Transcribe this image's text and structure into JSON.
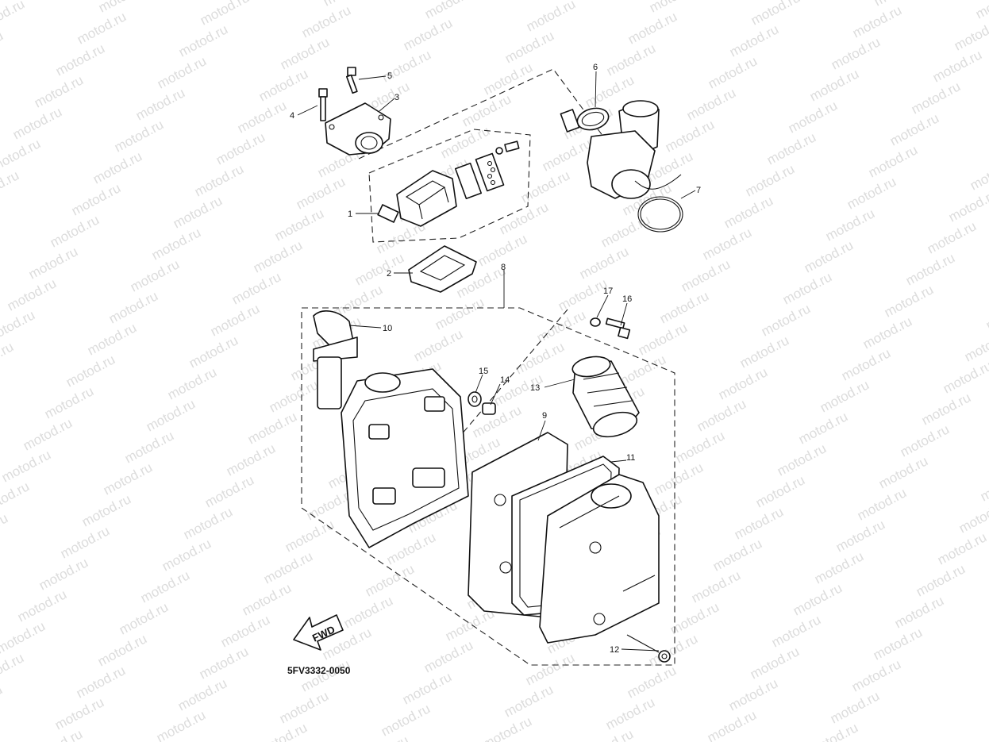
{
  "watermark": {
    "text": "motod.ru"
  },
  "diagram_code": "5FV3332-0050",
  "direction_label": "FWD",
  "callouts": [
    "1",
    "2",
    "3",
    "4",
    "5",
    "6",
    "7",
    "8",
    "9",
    "10",
    "11",
    "12",
    "13",
    "14",
    "15",
    "16",
    "17"
  ]
}
